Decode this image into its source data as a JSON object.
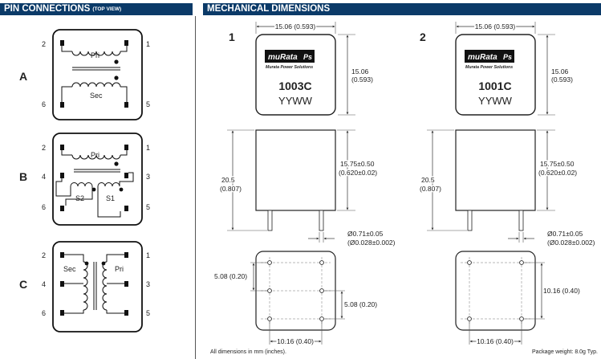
{
  "headers": {
    "pin": "PIN CONNECTIONS",
    "pin_note": "(TOP VIEW)",
    "mech": "MECHANICAL DIMENSIONS"
  },
  "pin_connections": {
    "A": {
      "letter": "A",
      "pins": [
        "2",
        "1",
        "6",
        "5"
      ],
      "labels": [
        "Pri",
        "Sec"
      ]
    },
    "B": {
      "letter": "B",
      "pins": [
        "2",
        "1",
        "4",
        "3",
        "6",
        "5"
      ],
      "labels": [
        "Pri",
        "S2",
        "S1"
      ]
    },
    "C": {
      "letter": "C",
      "pins": [
        "2",
        "1",
        "4",
        "3",
        "6",
        "5"
      ],
      "labels": [
        "Sec",
        "Pri"
      ]
    }
  },
  "variants": [
    {
      "number": "1",
      "part": "1003C",
      "date_code": "YYWW",
      "brand": "muRata",
      "brand_ps": "Ps",
      "brand_sub": "Murata Power Solutions"
    },
    {
      "number": "2",
      "part": "1001C",
      "date_code": "YYWW",
      "brand": "muRata",
      "brand_ps": "Ps",
      "brand_sub": "Murata Power Solutions"
    }
  ],
  "dims": {
    "width": "15.06 (0.593)",
    "depth_mm": "15.06",
    "depth_in": "(0.593)",
    "body_h_mm": "15.75±0.50",
    "body_h_in": "(0.620±0.02)",
    "total_h_mm": "20.5",
    "total_h_in": "(0.807)",
    "pin_d_mm": "Ø0.71±0.05",
    "pin_d_in": "(Ø0.028±0.002)",
    "pitch_508": "5.08 (0.20)",
    "pitch_1016": "10.16 (0.40)"
  },
  "footer": {
    "left": "All dimensions in mm (inches).",
    "right": "Package weight: 8.0g Typ."
  }
}
